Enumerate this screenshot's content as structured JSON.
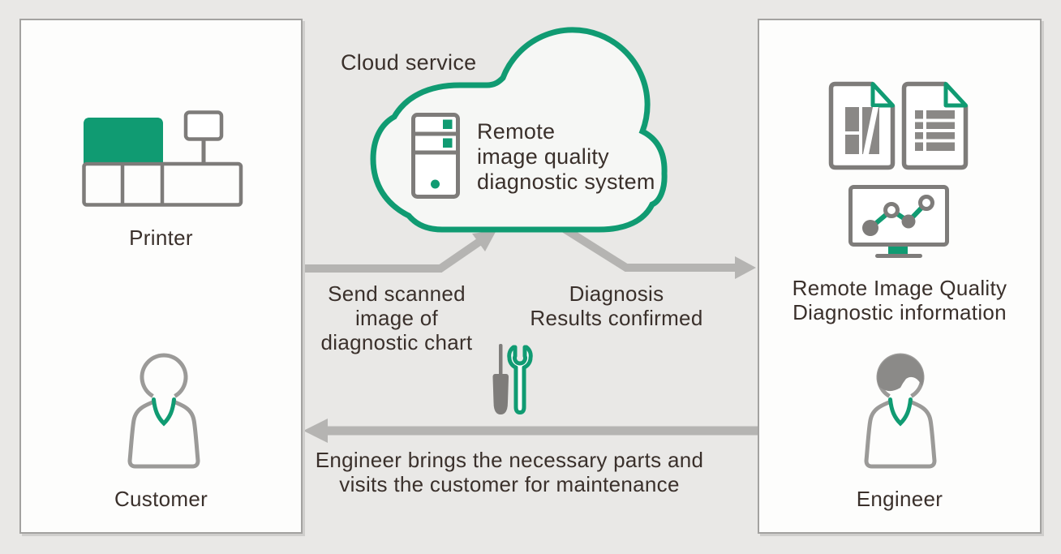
{
  "colors": {
    "green": "#109b72",
    "icon_gray": "#7e7c7a",
    "person_gray": "#9b9a98",
    "hair_gray": "#8b8a88",
    "arrow_gray": "#b5b4b2",
    "text": "#3a302b",
    "bg": "#e9e8e6",
    "panel_bg": "#fdfdfc",
    "panel_border": "#a3a2a0",
    "cloud_fill": "#f6f7f5"
  },
  "left_panel": {
    "printer_label": "Printer",
    "customer_label": "Customer"
  },
  "cloud": {
    "label": "Cloud service",
    "system_line1": "Remote",
    "system_line2": "image quality",
    "system_line3": "diagnostic system"
  },
  "right_panel": {
    "info_line1": "Remote Image Quality",
    "info_line2": "Diagnostic information",
    "engineer_label": "Engineer"
  },
  "flows": {
    "send_line1": "Send scanned",
    "send_line2": "image of",
    "send_line3": "diagnostic chart",
    "diagnosis_line1": "Diagnosis",
    "diagnosis_line2": "Results confirmed",
    "return_line1": "Engineer brings the necessary parts and",
    "return_line2": "visits the customer for maintenance"
  }
}
